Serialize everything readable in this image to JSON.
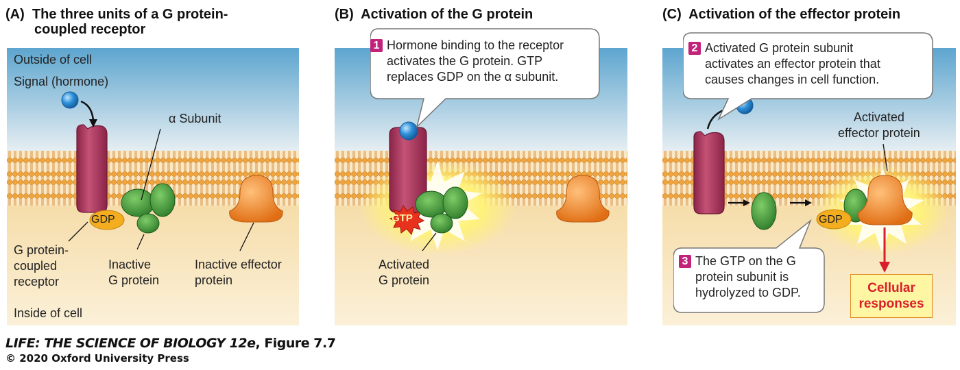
{
  "panels": [
    {
      "letter": "(A)",
      "title_line1": "The three units of a G protein-",
      "title_line2": "coupled receptor"
    },
    {
      "letter": "(B)",
      "title_line1": "Activation of the G protein"
    },
    {
      "letter": "(C)",
      "title_line1": "Activation of the effector protein"
    }
  ],
  "labels": {
    "outside_of_cell": "Outside of cell",
    "signal_hormone": "Signal (hormone)",
    "alpha_subunit": "α Subunit",
    "gdp": "GDP",
    "gtp": "GTP",
    "gpcr": [
      "G protein-",
      "coupled",
      "receptor"
    ],
    "inactive_g_protein": [
      "Inactive",
      "G protein"
    ],
    "inactive_effector": [
      "Inactive effector",
      "protein"
    ],
    "inside_of_cell": "Inside of cell",
    "activated_g_protein": [
      "Activated",
      "G protein"
    ],
    "activated_effector": [
      "Activated",
      "effector protein"
    ],
    "cellular_responses": [
      "Cellular",
      "responses"
    ]
  },
  "callouts": [
    {
      "number": "1",
      "lines": [
        "Hormone binding to the receptor",
        "activates the G protein. GTP",
        "replaces GDP on the α subunit."
      ]
    },
    {
      "number": "2",
      "lines": [
        "Activated G protein subunit",
        "activates an effector protein that",
        "causes changes in cell function."
      ]
    },
    {
      "number": "3",
      "lines": [
        "The GTP on the G",
        "protein subunit is",
        "hydrolyzed to GDP."
      ]
    }
  ],
  "footer": {
    "book": "LIFE: THE SCIENCE OF BIOLOGY 12e",
    "figure": ", Figure 7.7",
    "copyright": "© 2020 Oxford University Press"
  },
  "colors": {
    "outside_top": "#5da5cf",
    "outside_bottom": "#dfeaf1",
    "inside_top": "#f6ddaa",
    "inside_bottom": "#fbf0d8",
    "membrane": "#f0a53c",
    "receptor": "#b03a62",
    "g_protein": "#3f9a3a",
    "effector": "#f08a2a",
    "hormone": "#2d8fd8",
    "badge": "#c2227a",
    "gdp": "#f3ad1f",
    "response_text": "#d81e2a"
  }
}
